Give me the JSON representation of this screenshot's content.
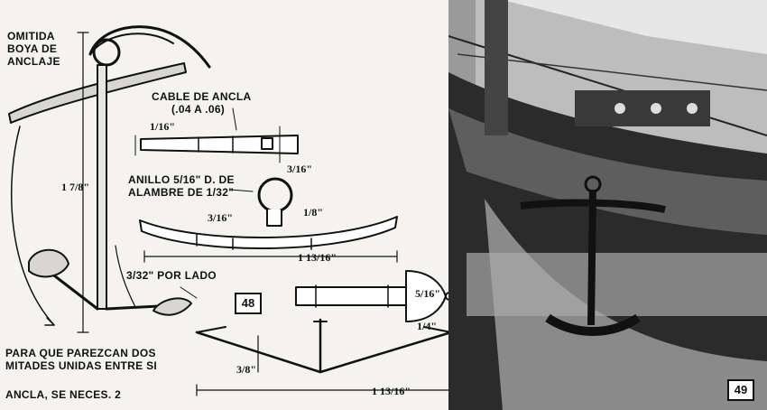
{
  "labels": {
    "omitted_buoy": [
      "OMITIDA",
      "BOYA DE",
      "ANCLAJE"
    ],
    "anchor_cable": [
      "CABLE DE ANCLA",
      "(.04 A .06)"
    ],
    "ring": [
      "ANILLO 5/16\" D. DE",
      "ALAMBRE DE 1/32\""
    ],
    "per_side": "3/32\" POR LADO",
    "halves": [
      "PARA QUE PAREZCAN DOS",
      "MITADES UNIDAS ENTRE SI"
    ],
    "needed": "ANCLA, SE NECES. 2"
  },
  "dimensions": {
    "shank_height": "1 7/8\"",
    "stock_end": "1/16\"",
    "stock_mid": "3/16\"",
    "stock_thick": "3/16\"",
    "stock_tip": "1/8\"",
    "stock_length": "1 13/16\"",
    "crown_height": "5/16\"",
    "crown_depth": "1/4\"",
    "arm_height": "3/8\"",
    "arm_length": "1 13/16\""
  },
  "figures": {
    "drawing_number": "48",
    "photo_number": "49"
  },
  "colors": {
    "ink": "#111111",
    "paper": "#f4f3f0",
    "photo_dark": "#2b2b2b",
    "photo_mid": "#7a7a7a",
    "photo_light": "#cfcfcf"
  }
}
